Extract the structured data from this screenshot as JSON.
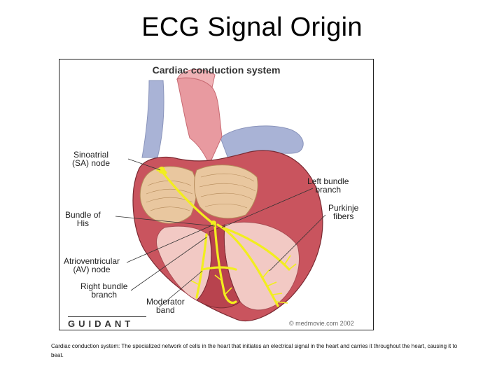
{
  "slide": {
    "title": "ECG Signal Origin",
    "caption": "Cardiac conduction system: The specialized network of cells in the heart that initiates an electrical signal in the heart and carries it throughout the heart, causing it to beat."
  },
  "figure": {
    "title": "Cardiac conduction system",
    "labels": {
      "sa_node": [
        "Sinoatrial",
        "(SA) node"
      ],
      "bundle_of_his": [
        "Bundle of",
        "His"
      ],
      "av_node": [
        "Atrioventricular",
        "(AV) node"
      ],
      "right_bundle": [
        "Right bundle",
        "branch"
      ],
      "moderator_band": [
        "Moderator",
        "band"
      ],
      "left_bundle": [
        "Left bundle",
        "branch"
      ],
      "purkinje": [
        "Purkinje",
        "fibers"
      ]
    },
    "logo": "GUIDANT",
    "copyright": "© medmovie.com 2002"
  },
  "colors": {
    "conduction_yellow": "#f2ee1e",
    "muscle_red": "#b8434e",
    "chamber_pink": "#f2c9c4",
    "aorta_pink": "#e89aa0",
    "vessel_blue": "#a9b3d6"
  }
}
